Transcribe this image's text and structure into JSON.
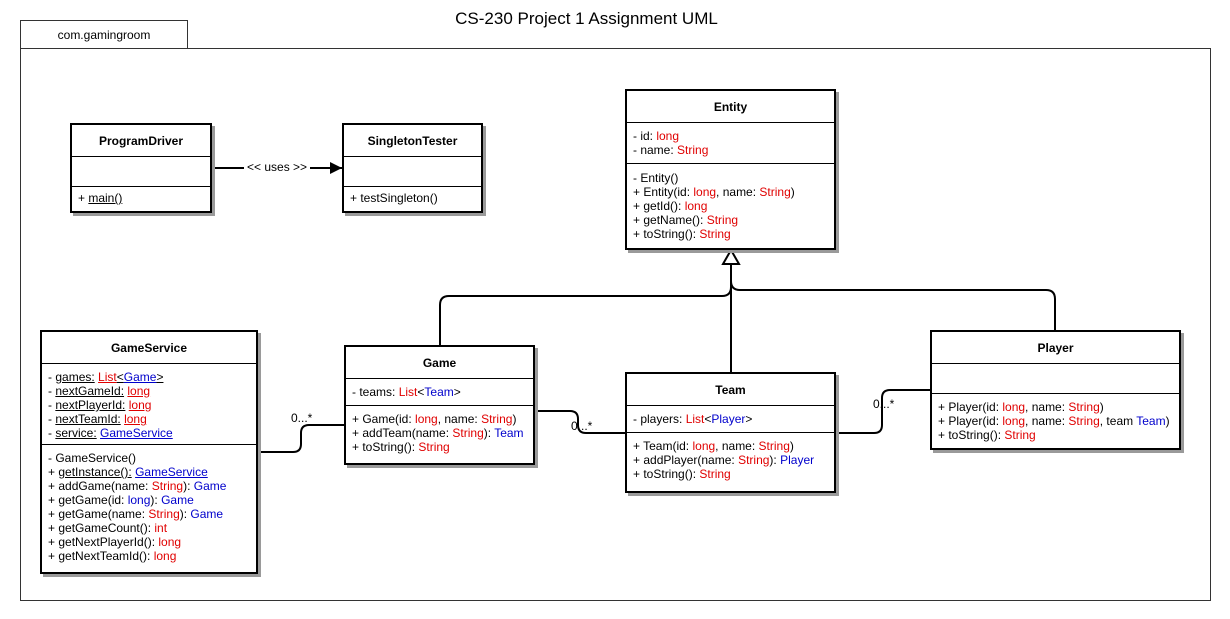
{
  "title": "CS-230 Project 1 Assignment UML",
  "package": "com.gamingroom",
  "colors": {
    "type_primitive": "#e00000",
    "type_class": "#0000cc"
  },
  "relations": {
    "uses_label": "<< uses >>",
    "multiplicity_service_game": "0...*",
    "multiplicity_game_team": "0...*",
    "multiplicity_team_player": "0...*"
  },
  "classes": {
    "program_driver": {
      "name": "ProgramDriver",
      "op1": {
        "prefix": "+ ",
        "name": "main()"
      }
    },
    "singleton_tester": {
      "name": "SingletonTester",
      "op1": "+ testSingleton()"
    },
    "entity": {
      "name": "Entity",
      "a1": {
        "prefix": "- id: ",
        "type": "long"
      },
      "a2": {
        "prefix": "- name: ",
        "type": "String"
      },
      "o1": "- Entity()",
      "o2": {
        "p1": "+ Entity(id: ",
        "t1": "long",
        "p2": ", name: ",
        "t2": "String",
        "p3": ")"
      },
      "o3": {
        "p1": "+ getId(): ",
        "t1": "long"
      },
      "o4": {
        "p1": "+ getName(): ",
        "t1": "String"
      },
      "o5": {
        "p1": "+ toString(): ",
        "t1": "String"
      }
    },
    "game_service": {
      "name": "GameService",
      "a1": {
        "prefix": "- ",
        "name": "games:",
        "sp": " ",
        "t1": "List",
        "lt": "<",
        "t2": "Game",
        "gt": ">"
      },
      "a2": {
        "prefix": "- ",
        "name": "nextGameId:",
        "sp": " ",
        "t1": "long"
      },
      "a3": {
        "prefix": "- ",
        "name": "nextPlayerId:",
        "sp": " ",
        "t1": "long"
      },
      "a4": {
        "prefix": "- ",
        "name": "nextTeamId:",
        "sp": " ",
        "t1": "long"
      },
      "a5": {
        "prefix": "- ",
        "name": "service:",
        "sp": " ",
        "t1": "GameService"
      },
      "o1": "- GameService()",
      "o2": {
        "prefix": "+ ",
        "name": "getInstance():",
        "sp": " ",
        "t1": "GameService"
      },
      "o3": {
        "p1": "+ addGame(name: ",
        "t1": "String",
        "p2": "): ",
        "t2": "Game"
      },
      "o4": {
        "p1": "+ getGame(id: ",
        "t1": "long",
        "p2": "): ",
        "t2": "Game"
      },
      "o5": {
        "p1": "+ getGame(name: ",
        "t1": "String",
        "p2": "): ",
        "t2": "Game"
      },
      "o6": {
        "p1": "+ getGameCount(): ",
        "t1": "int"
      },
      "o7": {
        "p1": "+ getNextPlayerId(): ",
        "t1": "long"
      },
      "o8": {
        "p1": "+ getNextTeamId(): ",
        "t1": "long"
      }
    },
    "game": {
      "name": "Game",
      "a1": {
        "p1": "- teams: ",
        "t1": "List",
        "lt": "<",
        "t2": "Team",
        "gt": ">"
      },
      "o1": {
        "p1": "+ Game(id: ",
        "t1": "long",
        "p2": ", name: ",
        "t2": "String",
        "p3": ")"
      },
      "o2": {
        "p1": "+ addTeam(name: ",
        "t1": "String",
        "p2": "): ",
        "t2": "Team"
      },
      "o3": {
        "p1": "+ toString(): ",
        "t1": "String"
      }
    },
    "team": {
      "name": "Team",
      "a1": {
        "p1": "- players: ",
        "t1": "List",
        "lt": "<",
        "t2": "Player",
        "gt": ">"
      },
      "o1": {
        "p1": "+ Team(id: ",
        "t1": "long",
        "p2": ", name: ",
        "t2": "String",
        "p3": ")"
      },
      "o2": {
        "p1": "+ addPlayer(name: ",
        "t1": "String",
        "p2": "): ",
        "t2": "Player"
      },
      "o3": {
        "p1": "+ toString(): ",
        "t1": "String"
      }
    },
    "player": {
      "name": "Player",
      "o1": {
        "p1": "+ Player(id: ",
        "t1": "long",
        "p2": ", name: ",
        "t2": "String",
        "p3": ")"
      },
      "o2": {
        "p1": "+ Player(id: ",
        "t1": "long",
        "p2": ", name: ",
        "t2": "String",
        "p3": ", team ",
        "t3": "Team",
        "p4": ")"
      },
      "o3": {
        "p1": "+ toString(): ",
        "t1": "String"
      }
    }
  }
}
